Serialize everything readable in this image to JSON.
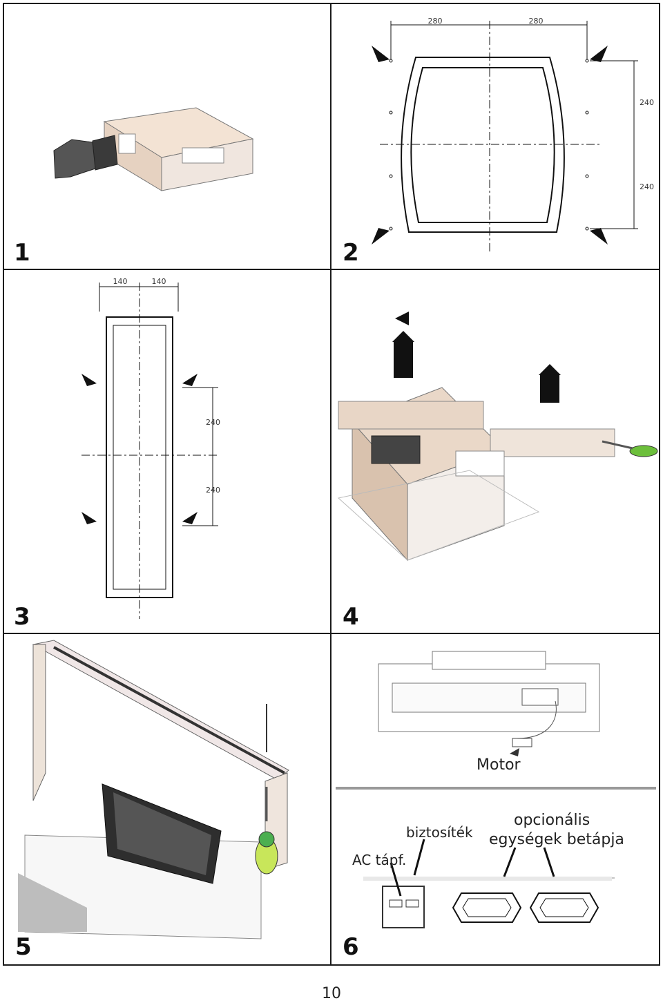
{
  "panels": [
    {
      "number": "1"
    },
    {
      "number": "2",
      "dimensions": [
        "280",
        "280",
        "240",
        "240"
      ]
    },
    {
      "number": "3",
      "dimensions": [
        "140",
        "140",
        "240",
        "240"
      ]
    },
    {
      "number": "4"
    },
    {
      "number": "5"
    },
    {
      "number": "6",
      "labels": {
        "motor": "Motor",
        "ac_power": "AC tápf.",
        "fuse": "biztosíték",
        "optional_line1": "opcionális",
        "optional_line2": "egységek betápja"
      }
    }
  ],
  "page_number": "10"
}
